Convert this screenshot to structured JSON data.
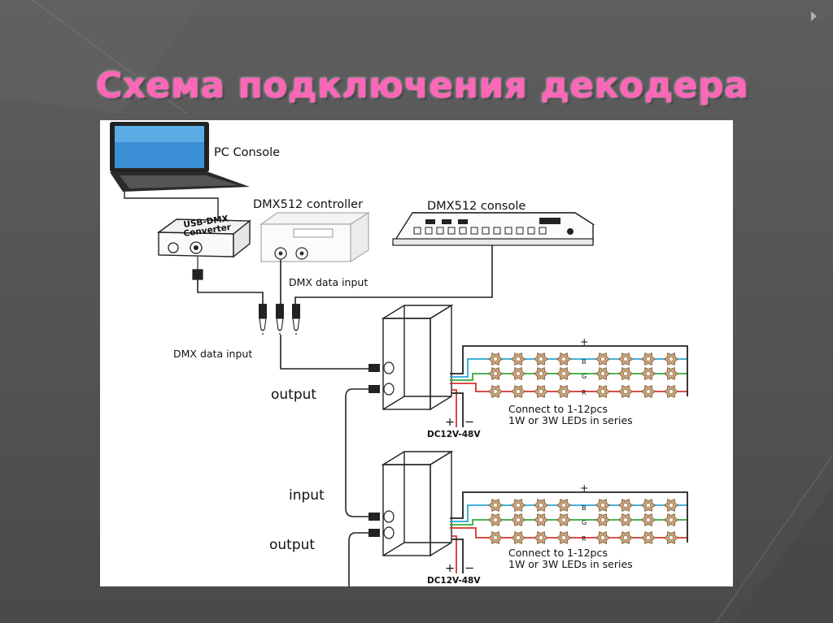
{
  "slide": {
    "title": "Схема подключения декодера"
  },
  "diagram": {
    "pc_console": "PC Console",
    "usb_dmx_converter": [
      "USB-DMX",
      "Converter"
    ],
    "dmx512_controller": "DMX512 controller",
    "dmx512_console": "DMX512 console",
    "dmx_data_input_top": "DMX data input",
    "dmx_data_input_left": "DMX data input",
    "output_1": "output",
    "input_2": "input",
    "output_2": "output",
    "plus_sign": "+",
    "minus_sign": "−",
    "top_plus": "+",
    "power_1": "DC12V-48V",
    "power_2": "DC12V-48V",
    "channels": [
      "B",
      "G",
      "R"
    ],
    "led_note_1": [
      "Connect to 1-12pcs",
      "1W or 3W LEDs in series"
    ],
    "led_note_2": [
      "Connect to 1-12pcs",
      "1W or 3W LEDs in series"
    ]
  },
  "colors": {
    "title_pink": "#ff66b8",
    "wire_blue": "#2aa7d6",
    "wire_green": "#2fae3a",
    "wire_red": "#d8342c"
  }
}
